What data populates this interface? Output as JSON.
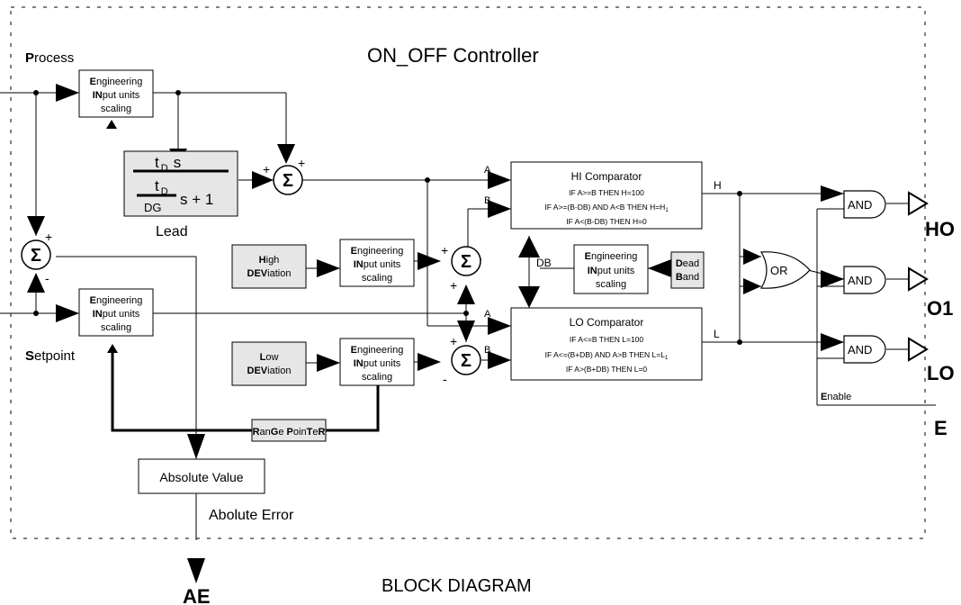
{
  "title": "ON_OFF Controller",
  "footer_title": "BLOCK DIAGRAM",
  "inputs": {
    "process": {
      "first": "P",
      "rest": "rocess"
    },
    "setpoint": {
      "first": "S",
      "rest": "etpoint"
    },
    "high_dev": {
      "l1a": "H",
      "l1b": "igh",
      "l2a": "DEV",
      "l2b": "iation"
    },
    "low_dev": {
      "l1a": "L",
      "l1b": "ow",
      "l2a": "DEV",
      "l2b": "iation"
    },
    "dead_band": {
      "l1a": "D",
      "l1b": "ead",
      "l2a": "B",
      "l2b": "and"
    },
    "range_pointer": {
      "p1": "R",
      "p2": "an",
      "p3": "G",
      "p4": "e ",
      "p5": "P",
      "p6": "oin",
      "p7": "T",
      "p8": "e",
      "p9": "R"
    }
  },
  "scaling": {
    "l1a": "E",
    "l1b": "ngineering",
    "l2a": "IN",
    "l2b": "put units",
    "l3": "scaling"
  },
  "lead": {
    "num": "t",
    "num_sub": "D",
    "num_s": "s",
    "den_t": "t",
    "den_sub": "D",
    "den_dg": "DG",
    "den_tail": "s + 1",
    "label": "Lead"
  },
  "hi_comparator": {
    "title": "HI Comparator",
    "r1": "IF A>=B THEN H=100",
    "r2": "IF A>=(B-DB) AND A<B THEN H=H",
    "r2_sub": "1",
    "r3": "IF A<(B-DB) THEN H=0"
  },
  "lo_comparator": {
    "title": "LO Comparator",
    "r1": "IF A<=B THEN L=100",
    "r2": "IF A<=(B+DB) AND A>B THEN L=L",
    "r2_sub": "1",
    "r3": "IF A>(B+DB) THEN L=0"
  },
  "ports": {
    "a": "A",
    "b": "B",
    "h": "H",
    "l": "L",
    "db": "DB"
  },
  "gates": {
    "and": "AND",
    "or": "OR"
  },
  "sigma": "Σ",
  "signs": {
    "plus": "+",
    "minus": "-"
  },
  "outputs": {
    "ho": "HO",
    "o1": "O1",
    "lo": "LO",
    "e": "E",
    "ae": "AE"
  },
  "enable": {
    "first": "E",
    "rest": "nable"
  },
  "abs_value": "Absolute Value",
  "abs_error": "Abolute Error"
}
